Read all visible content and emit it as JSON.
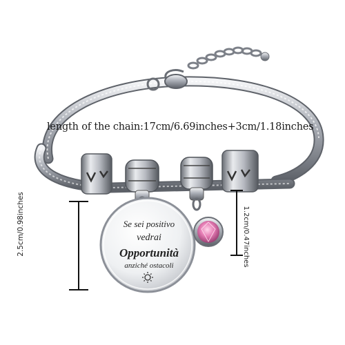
{
  "product": {
    "chain_length_label": "length of the chain:17cm/6.69inches+3cm/1.18inches",
    "charm_text": {
      "line1": "Se sei positivo",
      "line2": "vedrai",
      "line3": "Opportunità",
      "line4": "anziché ostacoli"
    },
    "charm_size_label": "2.5cm/0.98inches",
    "crystal_size_label": "1.2cm/0.47inches",
    "colors": {
      "silver": "#c9ccd2",
      "silver_dark": "#6f737b",
      "crystal": "#e77fb6",
      "background": "#ffffff"
    }
  }
}
